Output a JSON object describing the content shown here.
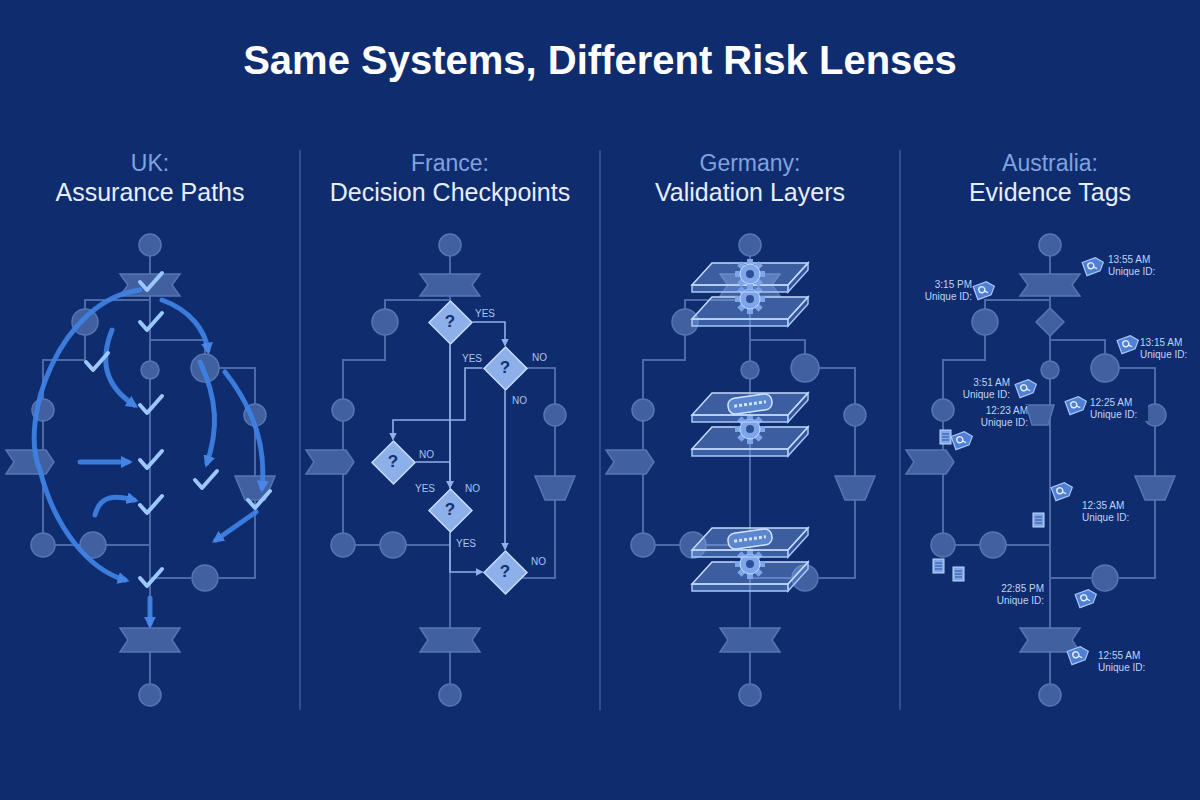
{
  "diagram": {
    "title": "Same Systems, Different Risk Lenses",
    "nodes": [
      {
        "text": [
          "?"
        ]
      },
      {
        "text": [
          "?"
        ]
      },
      {
        "text": [
          "?"
        ]
      },
      {
        "text": [
          "?"
        ]
      },
      {
        "text": [
          "?"
        ]
      }
    ],
    "edges": [
      {
        "from": 0,
        "to": 1,
        "label": "YES",
        "arrow": "to"
      },
      {
        "from": 0,
        "to": 3,
        "arrow": "to"
      },
      {
        "from": 1,
        "to": 2,
        "label": "YES",
        "arrow": "to"
      },
      {
        "from": 1,
        "to": 4,
        "label": "NO",
        "arrow": "to"
      },
      {
        "from": 2,
        "to": 3,
        "label": "NO",
        "arrow": "to"
      },
      {
        "from": 3,
        "to": 4,
        "label": "YES",
        "arrow": "to"
      }
    ],
    "labels": [
      "UK:",
      "Assurance Paths",
      "France:",
      "Decision Checkpoints",
      "Germany:",
      "Validation Layers",
      "Australia:",
      "Evidence Tags",
      "NO",
      "YES",
      "NO",
      "NO",
      "13:55 AM Unique ID:",
      "3:15 PM Unique ID:",
      "13:15 AM Unique ID:",
      "3:51 AM Unique ID:",
      "12:23 AM Unique ID:",
      "12:25 AM Unique ID:",
      "12:35 AM Unique ID:",
      "22:85 PM Unique ID:",
      "12:55 AM Unique ID:"
    ]
  }
}
